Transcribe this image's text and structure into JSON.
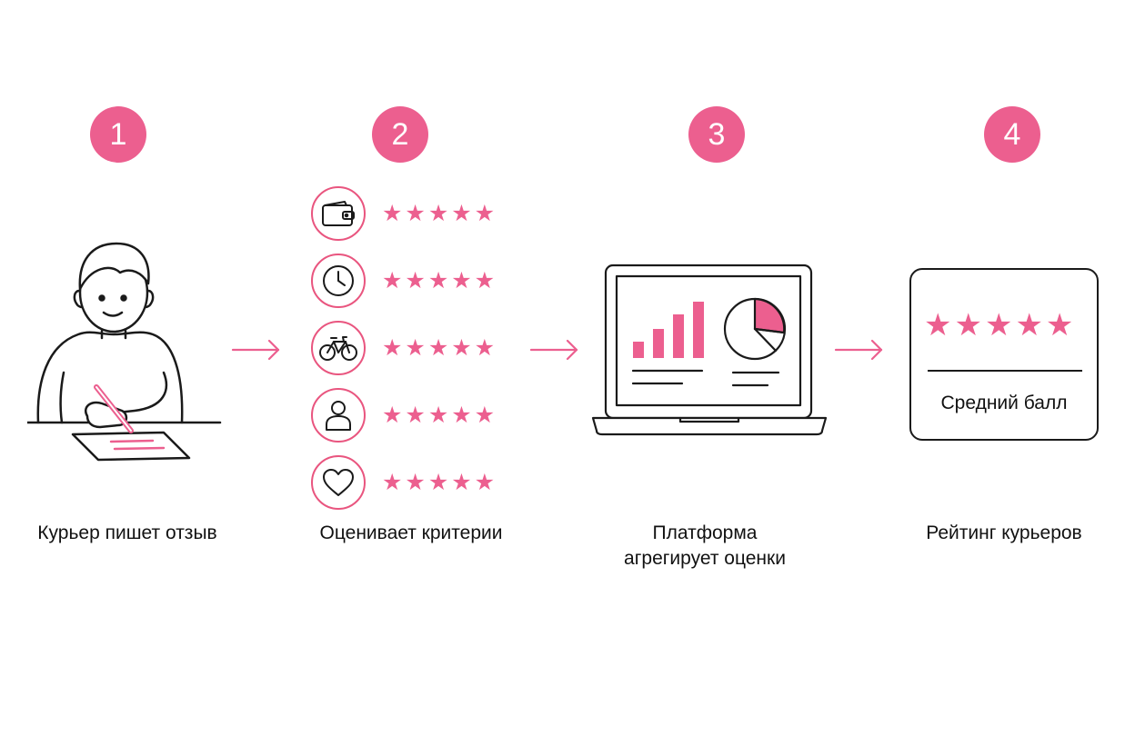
{
  "steps": [
    {
      "number": "1",
      "caption": "Курьер пишет отзыв"
    },
    {
      "number": "2",
      "caption": "Оценивает критерии"
    },
    {
      "number": "3",
      "caption_line1": "Платформа",
      "caption_line2": "агрегирует оценки"
    },
    {
      "number": "4",
      "caption": "Рейтинг курьеров"
    }
  ],
  "criteria": [
    {
      "icon": "wallet-icon",
      "stars": "★★★★★"
    },
    {
      "icon": "clock-icon",
      "stars": "★★★★★"
    },
    {
      "icon": "bicycle-icon",
      "stars": "★★★★★"
    },
    {
      "icon": "person-icon",
      "stars": "★★★★★"
    },
    {
      "icon": "heart-icon",
      "stars": "★★★★★"
    }
  ],
  "rating_card": {
    "stars": "★★★★★",
    "label": "Средний балл"
  },
  "colors": {
    "accent": "#ec5f8f",
    "line": "#1a1a1a"
  }
}
